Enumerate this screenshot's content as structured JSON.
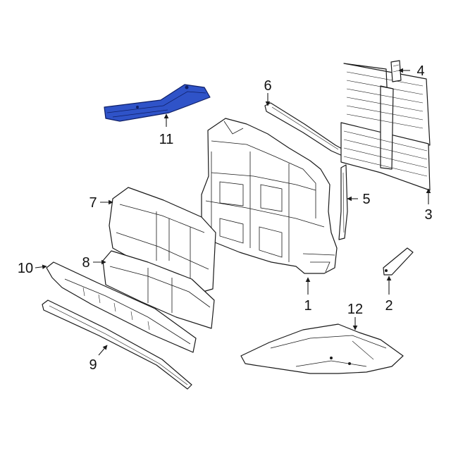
{
  "highlight_color": "#2f53c8",
  "callouts": {
    "c1": "1",
    "c2": "2",
    "c3": "3",
    "c4": "4",
    "c5": "5",
    "c6": "6",
    "c7": "7",
    "c8": "8",
    "c9": "9",
    "c10": "10",
    "c11": "11",
    "c12": "12"
  }
}
